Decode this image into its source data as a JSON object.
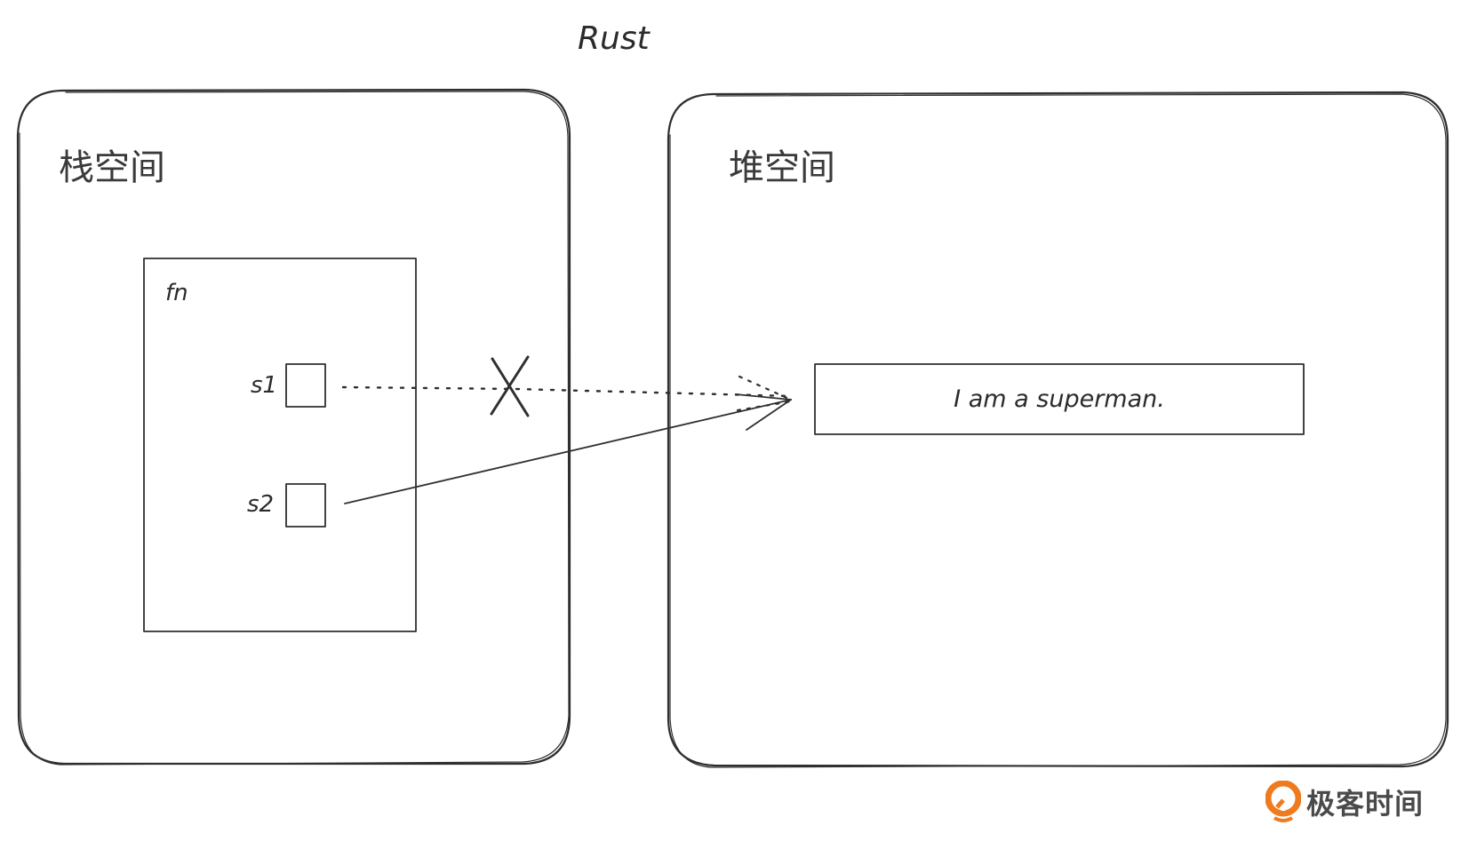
{
  "diagram": {
    "title": "Rust",
    "stack": {
      "label": "栈空间",
      "frame_label": "fn",
      "variables": [
        {
          "name": "s1",
          "moved": true
        },
        {
          "name": "s2",
          "moved": false
        }
      ]
    },
    "heap": {
      "label": "堆空间",
      "value": "I am a superman."
    },
    "edges": [
      {
        "from": "s1",
        "to": "heap-value",
        "style": "dotted",
        "invalidated": true
      },
      {
        "from": "s2",
        "to": "heap-value",
        "style": "solid",
        "invalidated": false
      }
    ]
  },
  "watermark": {
    "text": "极客时间",
    "color": "#f07b1f"
  },
  "colors": {
    "stroke": "#2f2f2f",
    "background": "#ffffff"
  }
}
